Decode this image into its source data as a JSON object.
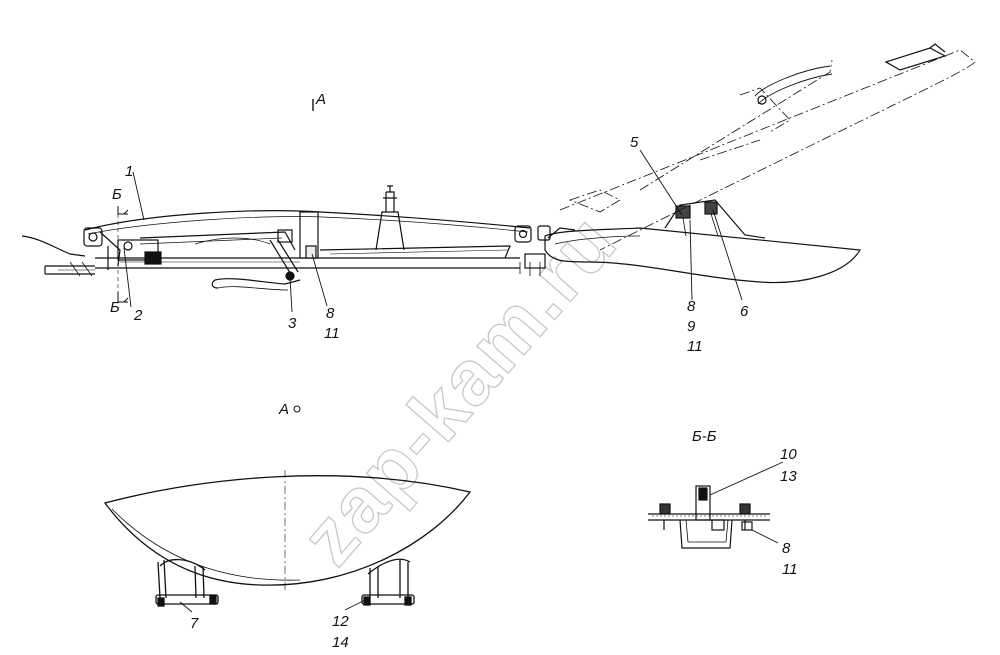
{
  "views": {
    "main_view_marker": "A",
    "section_marker": "Б",
    "detail_view_title": "А",
    "section_view_title": "Б-Б"
  },
  "callouts": {
    "main": [
      "1",
      "2",
      "3",
      "8",
      "11"
    ],
    "right": [
      "5",
      "8",
      "9",
      "11",
      "6"
    ],
    "detail": [
      "7",
      "12",
      "14"
    ],
    "section": [
      "10",
      "13",
      "8",
      "11"
    ]
  },
  "watermark": "zap-kam.ru"
}
